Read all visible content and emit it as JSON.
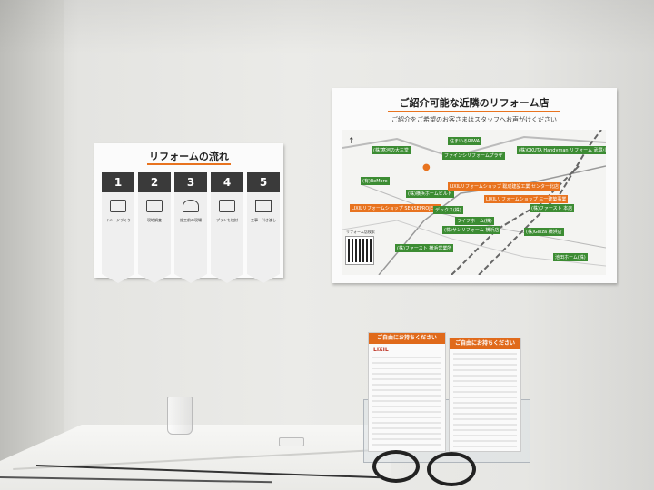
{
  "scene": "showroom wall with signage",
  "left_board": {
    "title": "リフォームの流れ",
    "steps": [
      {
        "num": "1",
        "label": "イメージづくり"
      },
      {
        "num": "2",
        "label": "現地調査"
      },
      {
        "num": "3",
        "label": "施工前の現場"
      },
      {
        "num": "4",
        "label": "プランを検討"
      },
      {
        "num": "5",
        "label": "工事・引き渡し"
      }
    ]
  },
  "right_board": {
    "title": "ご紹介可能な近隣のリフォーム店",
    "subtitle": "ご紹介をご希望のお客さまはスタッフへお声がけください",
    "map_labels": [
      "住まいるRIWA",
      "(株)OKUTA Handyman リフォーム 武蔵小杉店",
      "(株)寒河の大三堂",
      "ファインシリフォームプラザ",
      "(有)ReMore",
      "(株)横浜ホームビルド",
      "LIXILリフォームショップ 聡成建設工業 センター北店",
      "LIXILリフォームショップ 三一建築事業",
      "LIXILリフォームショップ SENSEPROJECT",
      "デックス(株)",
      "ライフホーム(株)",
      "(株)サンリフォーム 横浜店",
      "(株)Ginza 横浜店",
      "(株)ファースト 横浜営業所",
      "(株)ファースト 本店",
      "池田ホーム(株)"
    ],
    "qr_label": "リフォーム店検索"
  },
  "brochures": [
    {
      "header": "ご自由にお持ちください",
      "brand": "LIXIL"
    },
    {
      "header": "ご自由にお持ちください",
      "brand": ""
    }
  ],
  "colors": {
    "accent": "#e8731f",
    "map_green": "#3c8c33",
    "step_dark": "#3a3a3a"
  }
}
